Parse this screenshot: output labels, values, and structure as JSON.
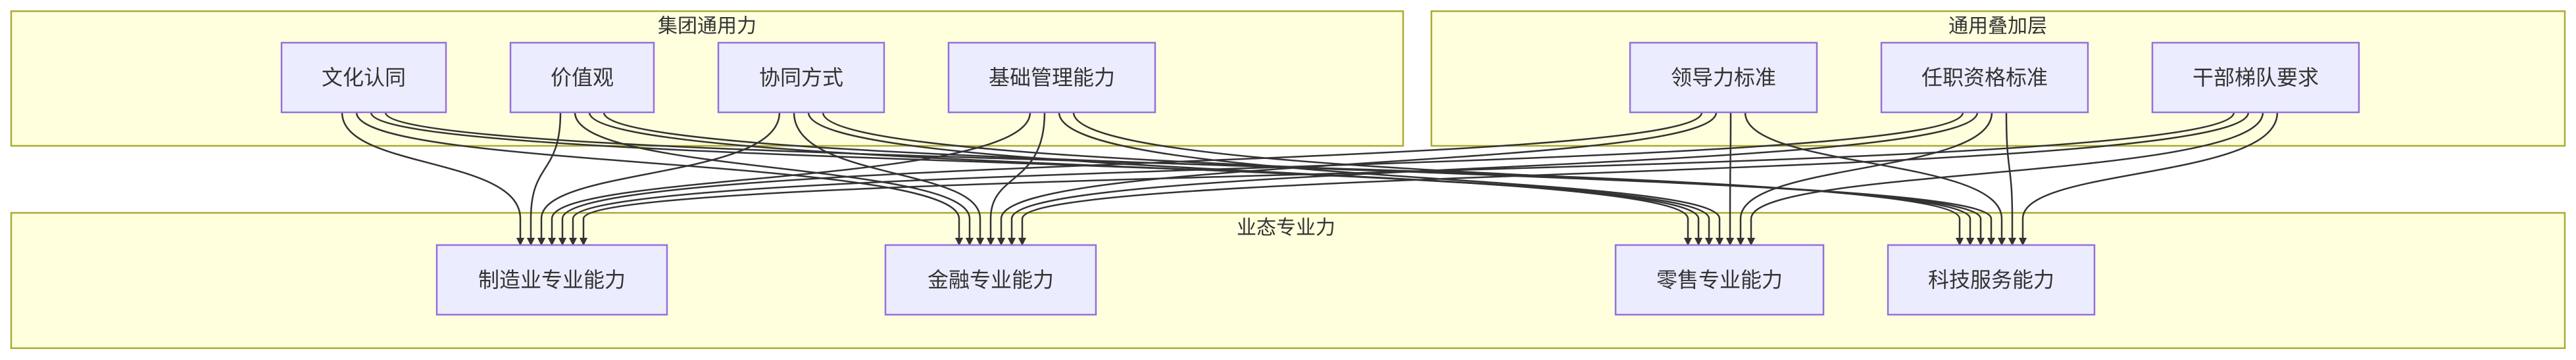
{
  "clusters": {
    "group": {
      "title": "集团通用力"
    },
    "overlay": {
      "title": "通用叠加层"
    },
    "business": {
      "title": "业态专业力"
    }
  },
  "nodes": {
    "culture": "文化认同",
    "values": "价值观",
    "collab": "协同方式",
    "basic": "基础管理能力",
    "leadership": "领导力标准",
    "qualification": "任职资格标准",
    "pipeline": "干部梯队要求",
    "manufacturing": "制造业专业能力",
    "finance": "金融专业能力",
    "retail": "零售专业能力",
    "tech": "科技服务能力"
  },
  "edges": [
    {
      "from": "culture",
      "to": "manufacturing"
    },
    {
      "from": "culture",
      "to": "finance"
    },
    {
      "from": "culture",
      "to": "retail"
    },
    {
      "from": "culture",
      "to": "tech"
    },
    {
      "from": "values",
      "to": "manufacturing"
    },
    {
      "from": "values",
      "to": "finance"
    },
    {
      "from": "values",
      "to": "retail"
    },
    {
      "from": "values",
      "to": "tech"
    },
    {
      "from": "collab",
      "to": "manufacturing"
    },
    {
      "from": "collab",
      "to": "finance"
    },
    {
      "from": "collab",
      "to": "retail"
    },
    {
      "from": "collab",
      "to": "tech"
    },
    {
      "from": "basic",
      "to": "manufacturing"
    },
    {
      "from": "basic",
      "to": "finance"
    },
    {
      "from": "basic",
      "to": "retail"
    },
    {
      "from": "basic",
      "to": "tech"
    },
    {
      "from": "leadership",
      "to": "manufacturing"
    },
    {
      "from": "leadership",
      "to": "finance"
    },
    {
      "from": "leadership",
      "to": "retail"
    },
    {
      "from": "leadership",
      "to": "tech"
    },
    {
      "from": "qualification",
      "to": "manufacturing"
    },
    {
      "from": "qualification",
      "to": "finance"
    },
    {
      "from": "qualification",
      "to": "retail"
    },
    {
      "from": "qualification",
      "to": "tech"
    },
    {
      "from": "pipeline",
      "to": "manufacturing"
    },
    {
      "from": "pipeline",
      "to": "finance"
    },
    {
      "from": "pipeline",
      "to": "retail"
    },
    {
      "from": "pipeline",
      "to": "tech"
    }
  ]
}
